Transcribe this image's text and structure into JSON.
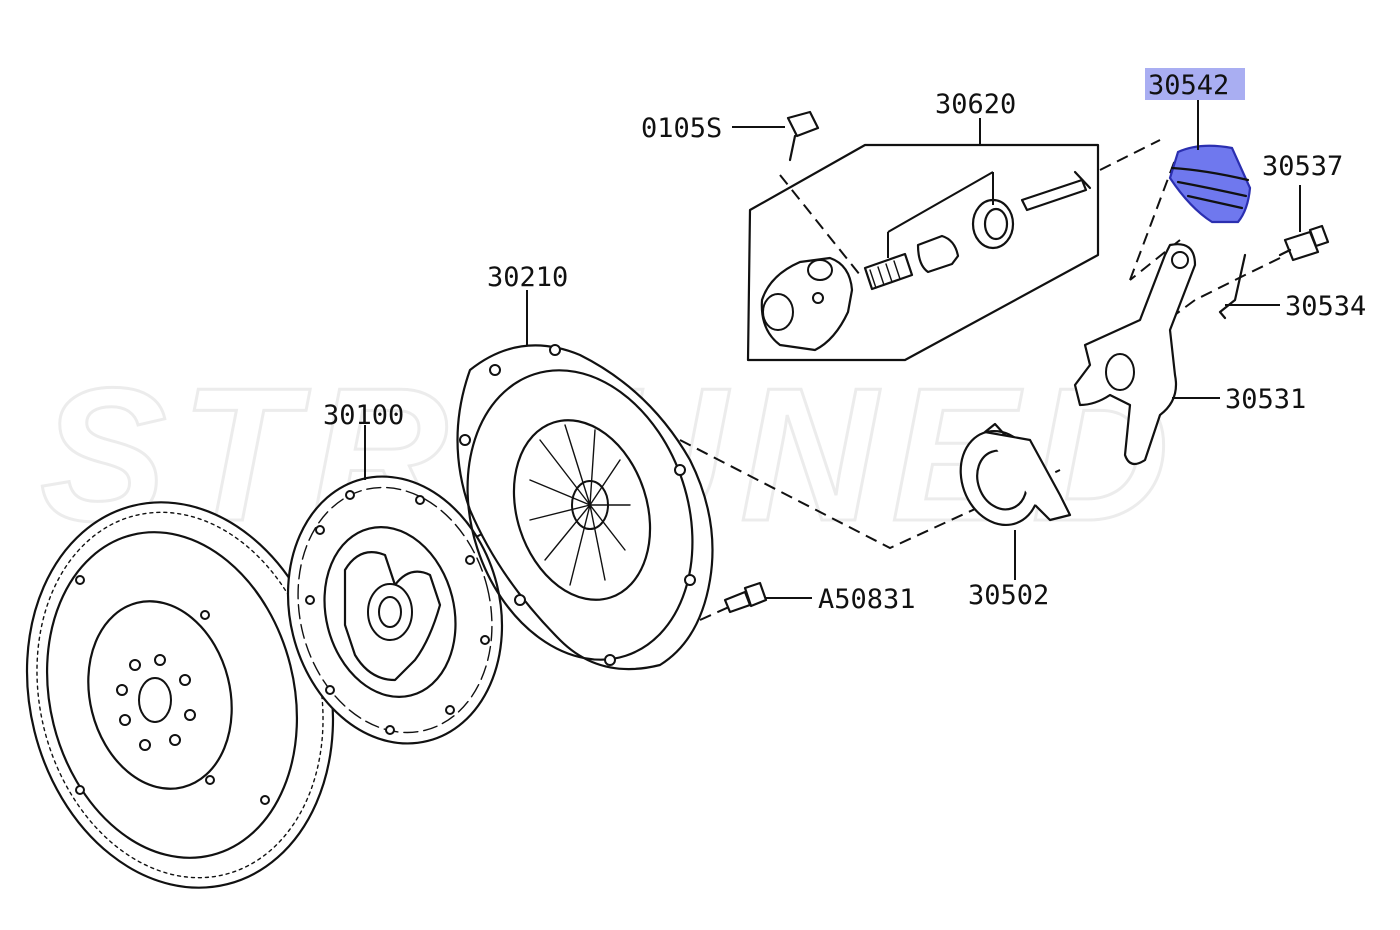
{
  "watermark": "STRTUNED",
  "highlight_color": "#a9aef2",
  "highlight_part_color": "#6f78ee",
  "labels": {
    "bolt_top": "0105S",
    "slave_cylinder": "30620",
    "boot": "30542",
    "bleeder": "30537",
    "spring_clip": "30534",
    "release_fork": "30531",
    "clutch_cover": "30210",
    "clutch_disc": "30100",
    "release_bearing": "30502",
    "cover_bolt": "A50831"
  },
  "highlighted_part": "30542"
}
